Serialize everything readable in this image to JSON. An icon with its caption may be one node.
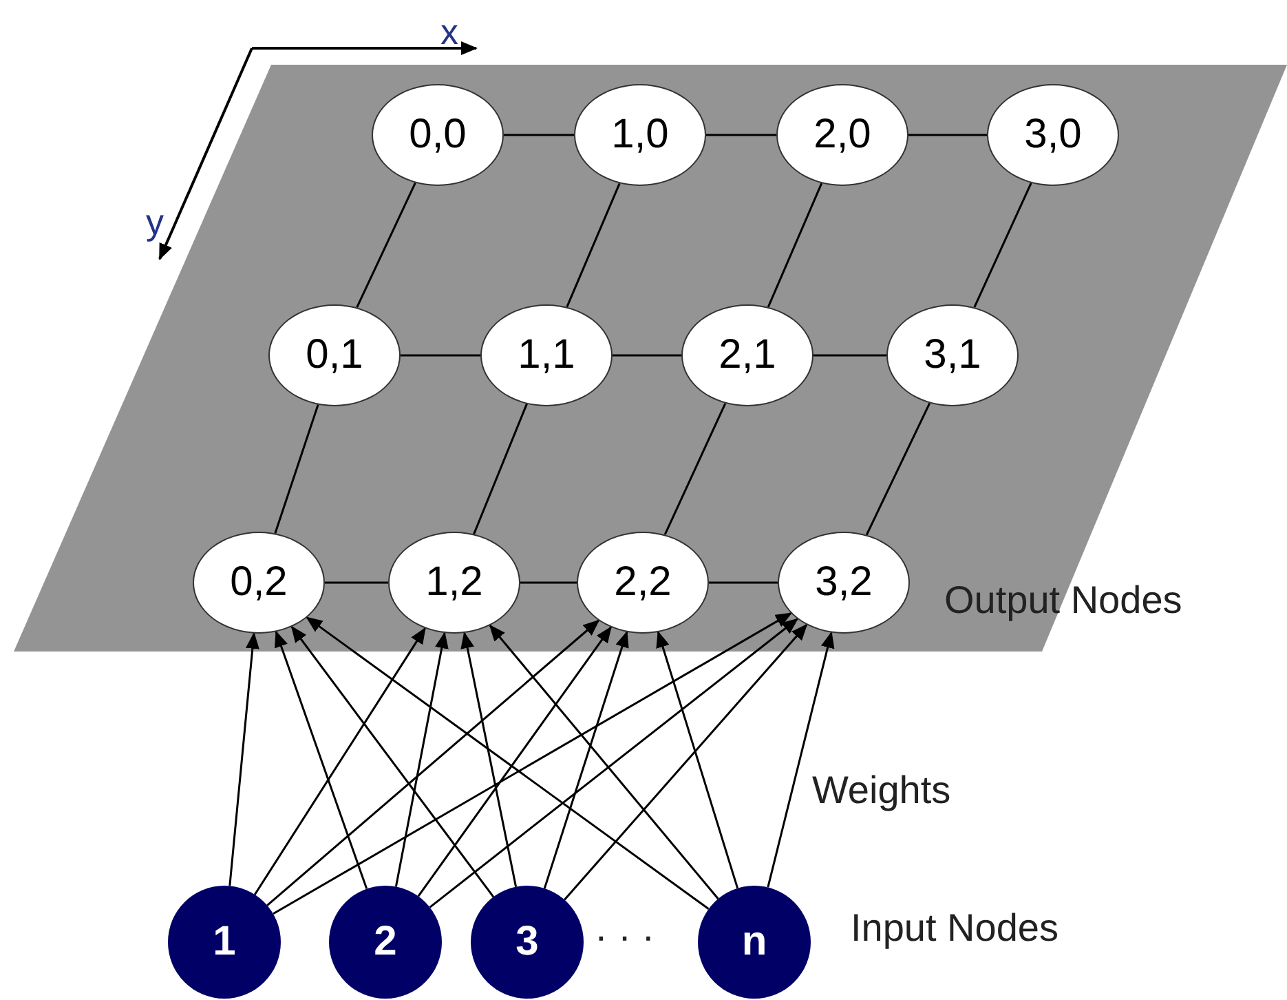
{
  "diagram": {
    "nodes": [
      {
        "text": [
          "0,0"
        ]
      },
      {
        "text": [
          "1,0"
        ]
      },
      {
        "text": [
          "2,0"
        ]
      },
      {
        "text": [
          "3,0"
        ]
      },
      {
        "text": [
          "0,1"
        ]
      },
      {
        "text": [
          "1,1"
        ]
      },
      {
        "text": [
          "2,1"
        ]
      },
      {
        "text": [
          "3,1"
        ]
      },
      {
        "text": [
          "0,2"
        ]
      },
      {
        "text": [
          "1,2"
        ]
      },
      {
        "text": [
          "2,2"
        ]
      },
      {
        "text": [
          "3,2"
        ]
      },
      {
        "text": [
          "1"
        ]
      },
      {
        "text": [
          "2"
        ]
      },
      {
        "text": [
          "3"
        ]
      },
      {
        "text": [
          "n"
        ]
      }
    ],
    "edges": [
      {
        "from": 0,
        "to": 1,
        "arrow": "none"
      },
      {
        "from": 1,
        "to": 2,
        "arrow": "none"
      },
      {
        "from": 2,
        "to": 3,
        "arrow": "none"
      },
      {
        "from": 4,
        "to": 5,
        "arrow": "none"
      },
      {
        "from": 5,
        "to": 6,
        "arrow": "none"
      },
      {
        "from": 6,
        "to": 7,
        "arrow": "none"
      },
      {
        "from": 8,
        "to": 9,
        "arrow": "none"
      },
      {
        "from": 9,
        "to": 10,
        "arrow": "none"
      },
      {
        "from": 10,
        "to": 11,
        "arrow": "none"
      },
      {
        "from": 0,
        "to": 4,
        "arrow": "none"
      },
      {
        "from": 1,
        "to": 5,
        "arrow": "none"
      },
      {
        "from": 2,
        "to": 6,
        "arrow": "none"
      },
      {
        "from": 3,
        "to": 7,
        "arrow": "none"
      },
      {
        "from": 4,
        "to": 8,
        "arrow": "none"
      },
      {
        "from": 5,
        "to": 9,
        "arrow": "none"
      },
      {
        "from": 6,
        "to": 10,
        "arrow": "none"
      },
      {
        "from": 7,
        "to": 11,
        "arrow": "none"
      },
      {
        "from": 12,
        "to": 8,
        "arrow": "to"
      },
      {
        "from": 12,
        "to": 9,
        "arrow": "to"
      },
      {
        "from": 12,
        "to": 10,
        "arrow": "to"
      },
      {
        "from": 12,
        "to": 11,
        "arrow": "to"
      },
      {
        "from": 13,
        "to": 8,
        "arrow": "to"
      },
      {
        "from": 13,
        "to": 9,
        "arrow": "to"
      },
      {
        "from": 13,
        "to": 10,
        "arrow": "to"
      },
      {
        "from": 13,
        "to": 11,
        "arrow": "to"
      },
      {
        "from": 14,
        "to": 8,
        "arrow": "to"
      },
      {
        "from": 14,
        "to": 9,
        "arrow": "to"
      },
      {
        "from": 14,
        "to": 10,
        "arrow": "to"
      },
      {
        "from": 14,
        "to": 11,
        "arrow": "to"
      },
      {
        "from": 15,
        "to": 8,
        "arrow": "to"
      },
      {
        "from": 15,
        "to": 9,
        "arrow": "to"
      },
      {
        "from": 15,
        "to": 10,
        "arrow": "to"
      },
      {
        "from": 15,
        "to": 11,
        "arrow": "to"
      }
    ],
    "labels": [
      "x",
      "y",
      "Output Nodes",
      "Weights",
      "· · ·",
      "Input Nodes"
    ]
  }
}
